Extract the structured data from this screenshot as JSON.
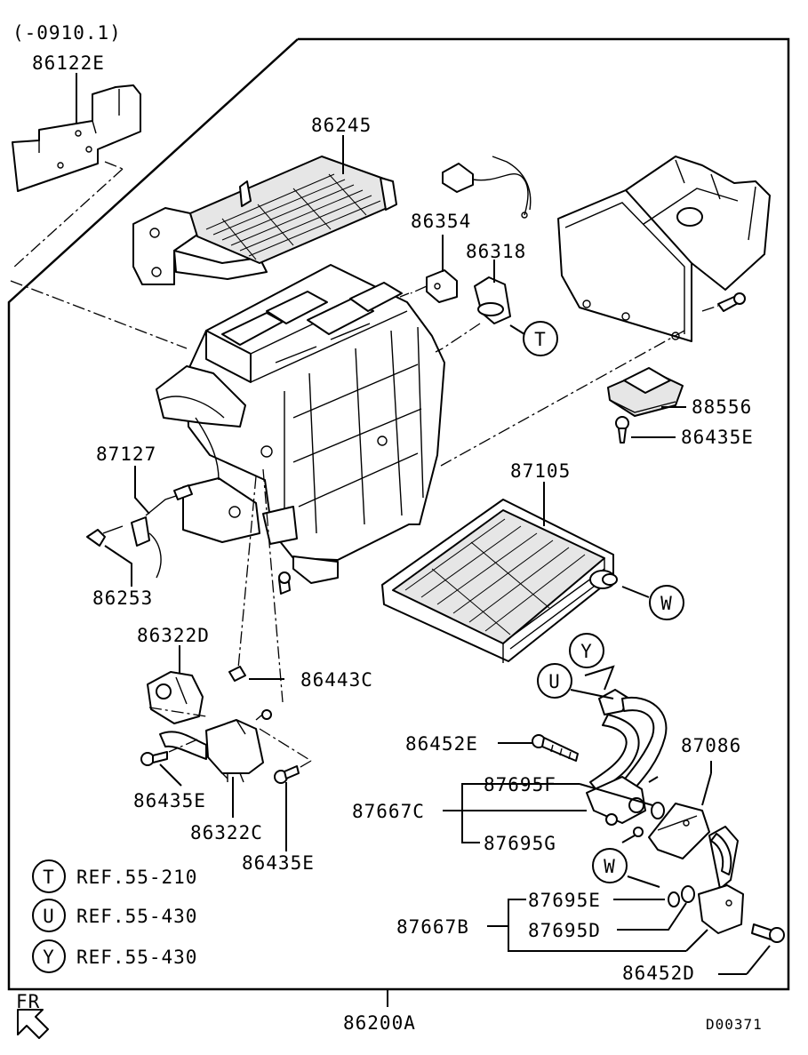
{
  "diagram": {
    "note_range": "(-0910.1)",
    "drawing_code": "D00371",
    "direction_label": "FR",
    "main_assembly": "86200A",
    "parts": [
      "86122E",
      "86245",
      "86354",
      "86318",
      "88556",
      "86435E",
      "87127",
      "87105",
      "86253",
      "86322D",
      "86443C",
      "86452E",
      "87086",
      "87695F",
      "87667C",
      "87695G",
      "86435E",
      "86322C",
      "86435E",
      "87695E",
      "87667B",
      "87695D",
      "86452D"
    ],
    "callouts": [
      "T",
      "W",
      "Y",
      "U",
      "W"
    ],
    "references": [
      {
        "key": "T",
        "text": "REF.55-210"
      },
      {
        "key": "U",
        "text": "REF.55-430"
      },
      {
        "key": "Y",
        "text": "REF.55-430"
      }
    ]
  }
}
